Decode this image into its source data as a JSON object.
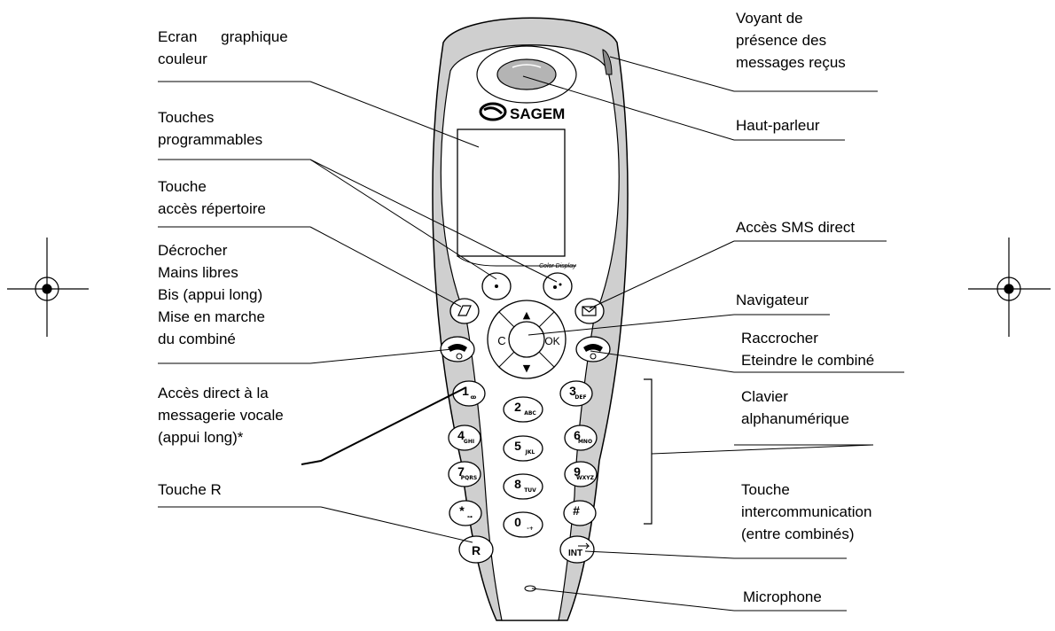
{
  "brand": "SAGEM",
  "screen_caption": "Color Display",
  "labels": {
    "ecran": [
      "Ecran graphique",
      "couleur"
    ],
    "touches_prog": [
      "Touches",
      "programmables"
    ],
    "repertoire": [
      "Touche",
      "accès répertoire"
    ],
    "decrocher": [
      "Décrocher",
      "Mains libres",
      "Bis (appui long)",
      "Mise en marche",
      "du combiné"
    ],
    "messagerie": [
      "Accès direct à la",
      "messagerie vocale",
      "(appui long)*"
    ],
    "touche_r": [
      "Touche R"
    ],
    "voyant": [
      "Voyant de",
      "présence des",
      "messages reçus"
    ],
    "haut_parleur": [
      "Haut-parleur"
    ],
    "sms": [
      "Accès SMS direct"
    ],
    "navigateur": [
      "Navigateur"
    ],
    "raccrocher": [
      "Raccrocher",
      "Eteindre le combiné"
    ],
    "clavier": [
      "Clavier",
      "alphanumérique"
    ],
    "intercom": [
      "Touche",
      "intercommunication",
      "(entre combinés)"
    ],
    "microphone": [
      "Microphone"
    ]
  },
  "nav": {
    "c": "C",
    "ok": "OK",
    "up": "▲",
    "down": "▼"
  },
  "keys": [
    {
      "main": "1",
      "sub": "ꝏ"
    },
    {
      "main": "2",
      "sub": "ABC"
    },
    {
      "main": "3",
      "sub": "DEF"
    },
    {
      "main": "4",
      "sub": "GHI"
    },
    {
      "main": "5",
      "sub": "JKL"
    },
    {
      "main": "6",
      "sub": "MNO"
    },
    {
      "main": "7",
      "sub": "PQRS"
    },
    {
      "main": "8",
      "sub": "TUV"
    },
    {
      "main": "9",
      "sub": "WXYZ"
    },
    {
      "main": "*",
      "sub": "⊶"
    },
    {
      "main": "0",
      "sub": "-+"
    },
    {
      "main": "#",
      "sub": ""
    }
  ],
  "key_r": "R",
  "key_int": "INT"
}
